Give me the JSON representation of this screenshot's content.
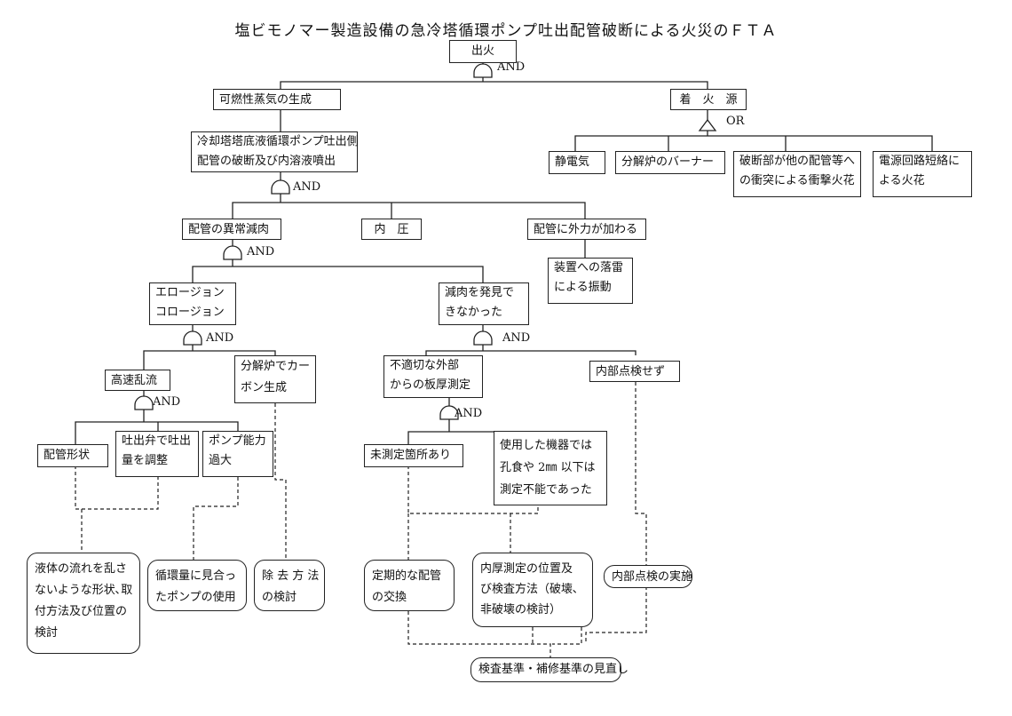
{
  "title": "塩ビモノマー製造設備の急冷塔循環ポンプ吐出配管破断による火災のＦＴＡ",
  "gates": {
    "g_fire": "AND",
    "g_ignition": "OR",
    "g_rupture": "AND",
    "g_thinning": "AND",
    "g_erosion": "AND",
    "g_undetected": "AND",
    "g_turbulence": "AND",
    "g_external": "AND"
  },
  "events": {
    "fire": [
      "出火"
    ],
    "vapor": [
      "可燃性蒸気の生成"
    ],
    "ignition": [
      "着　火　源"
    ],
    "rupture": [
      "冷却塔塔底液循環ポンプ吐出側",
      "配管の破断及び内溶液噴出"
    ],
    "static": [
      "静電気"
    ],
    "burner": [
      "分解炉のバーナー"
    ],
    "impact_spark": [
      "破断部が他の配管等へ",
      "の衝突による衝撃火花"
    ],
    "short_circuit": [
      "電源回路短絡に",
      "よる火花"
    ],
    "thinning": [
      "配管の異常減肉"
    ],
    "internal_pressure": [
      "内　圧"
    ],
    "external_force": [
      "配管に外力が加わる"
    ],
    "lightning": [
      "装置への落雷",
      "による振動"
    ],
    "erosion": [
      "エロージョン",
      "コロージョン"
    ],
    "undetected": [
      "減肉を発見で",
      "きなかった"
    ],
    "turbulence": [
      "高速乱流"
    ],
    "carbon": [
      "分解炉でカー",
      "ボン生成"
    ],
    "external_measure": [
      "不適切な外部",
      "からの板厚測定"
    ],
    "no_internal_check": [
      "内部点検せず"
    ],
    "pipe_shape": [
      "配管形状"
    ],
    "valve_adjust": [
      "吐出弁で吐出",
      "量を調整"
    ],
    "pump_capacity": [
      "ポンプ能力",
      "過大"
    ],
    "unmeasured": [
      "未測定箇所あり"
    ],
    "device_limit": [
      "使用した機器では",
      "孔食や 2㎜ 以下は",
      "測定不能であった"
    ]
  },
  "countermeasures": {
    "flow_design": [
      "液体の流れを乱さ",
      "ないような形状､取",
      "付方法及び位置の",
      "検討"
    ],
    "pump_use": [
      "循環量に見合っ",
      "たポンプの使用"
    ],
    "removal": [
      "除 去 方 法",
      "の検討"
    ],
    "replacement": [
      "定期的な配管",
      "の交換"
    ],
    "measure_method": [
      "内厚測定の位置及",
      "び検査方法（破壊､",
      "非破壊の検討）"
    ],
    "internal_inspection": [
      "内部点検の実施"
    ],
    "standards_review": [
      "検査基準・補修基準の見直し"
    ]
  }
}
